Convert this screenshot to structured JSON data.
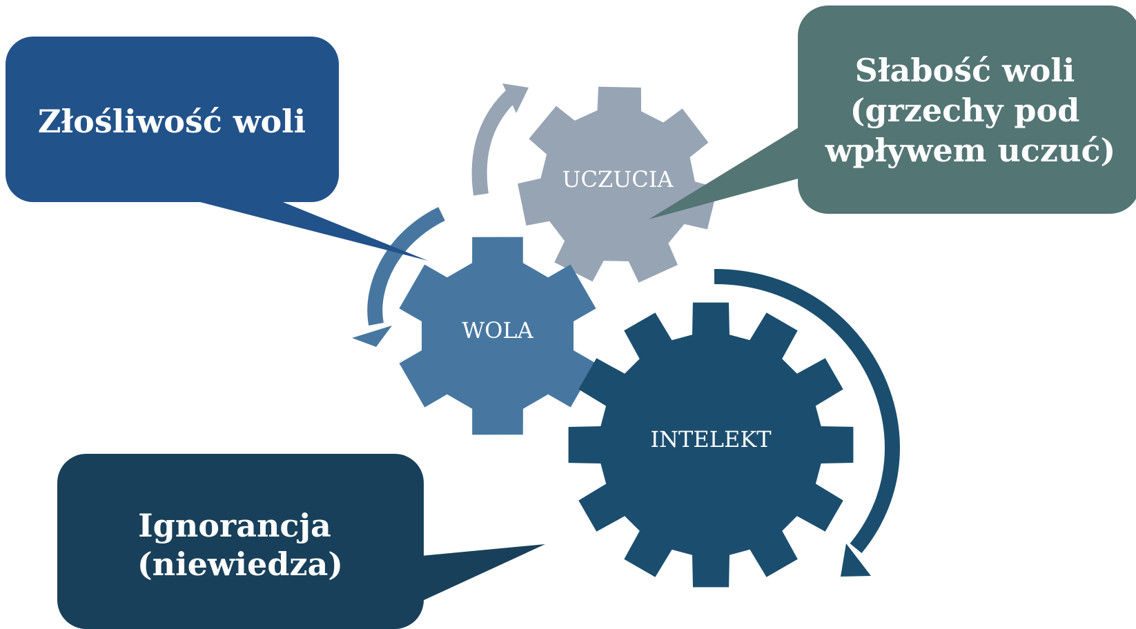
{
  "gears": {
    "uczucia": {
      "label": "UCZUCIA",
      "color": "#97a4b4"
    },
    "wola": {
      "label": "WOLA",
      "color": "#4777a0"
    },
    "intelekt": {
      "label": "INTELEKT",
      "color": "#1b4e6e"
    }
  },
  "callouts": {
    "zlosliwosc": {
      "lines": [
        "Złośliwość woli"
      ],
      "color": "#22528a"
    },
    "slabosc": {
      "lines": [
        "Słabość woli",
        "(grzechy pod",
        "wpływem uczuć)"
      ],
      "color": "#537574"
    },
    "ignorancja": {
      "lines": [
        "Ignorancja",
        "(niewiedza)"
      ],
      "color": "#18405a"
    }
  },
  "arrows": {
    "uczucia_color": "#97a4b4",
    "wola_color": "#4777a0",
    "intelekt_color": "#1b4e6e"
  }
}
